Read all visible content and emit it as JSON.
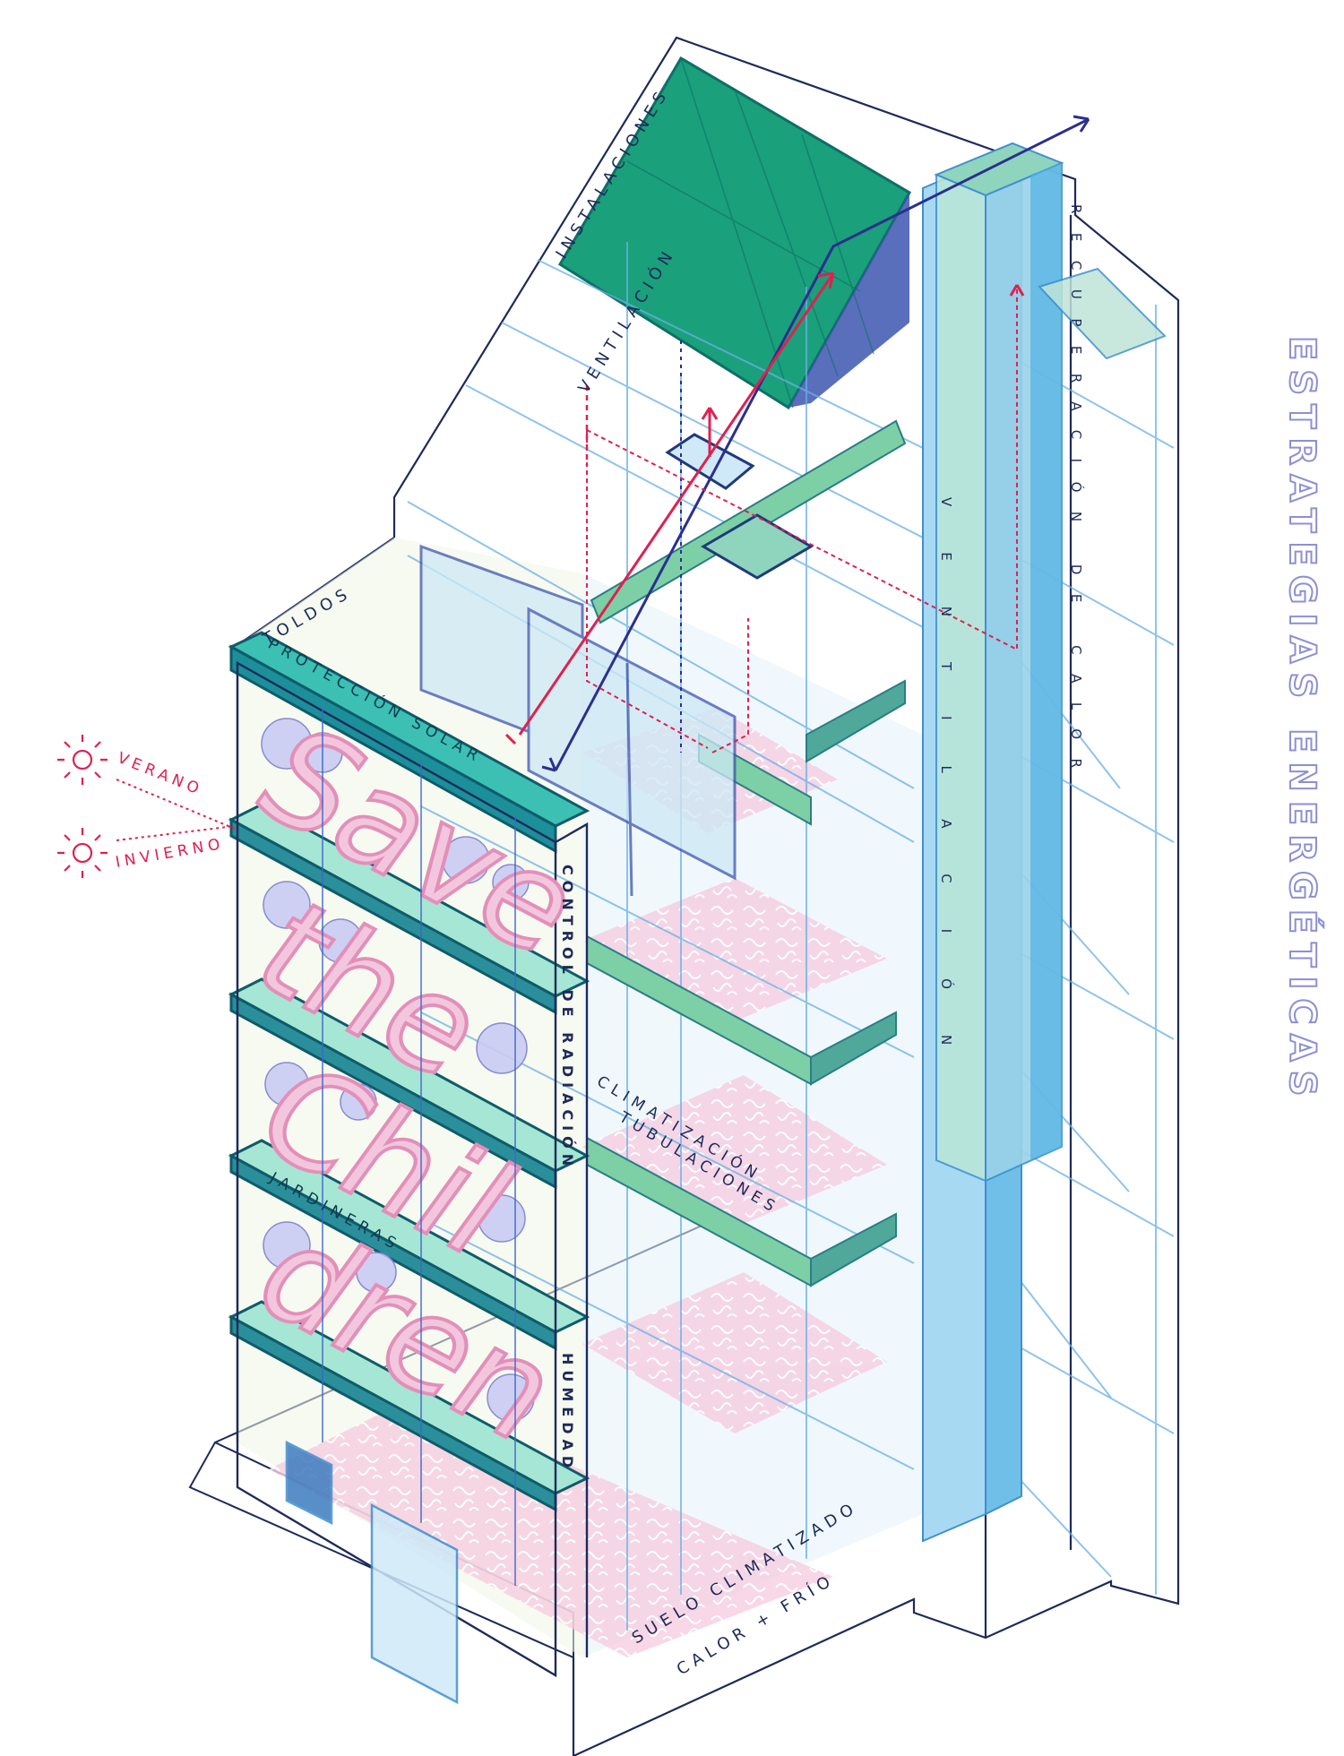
{
  "title": "ESTRATEGIAS ENERGÉTICAS",
  "labels": {
    "instalaciones": "INSTALACIONES",
    "ventilacion_roof": "VENTILACIÓN",
    "toldos": "TOLDOS",
    "proteccion_solar": "PROTECCIÓN SOLAR",
    "control_radiacion": "CONTROL DE RADIACIÓN",
    "humedad": "HUMEDAD",
    "jardineras": "JARDINERAS",
    "climatizacion": "CLIMATIZACIÓN",
    "tubulaciones": "TUBULACIONES",
    "ventilacion_vertical": "VENTILACIÓN",
    "recuperacion_calor": "RECUPERACIÓN DE CALOR",
    "suelo_climatizado": "SUELO CLIMATIZADO",
    "calor_frio": "CALOR + FRÍO",
    "verano": "VERANO",
    "invierno": "INVIERNO"
  },
  "facade_text": [
    "Save",
    "the",
    "Chil",
    "dren"
  ],
  "colors": {
    "navy": "#2b2f8f",
    "crimson": "#e0204f",
    "green": "#1aa07a",
    "teal": "#2fb3ad",
    "sky": "#7ec8ef",
    "pink": "#f3b8d4",
    "title_lavender": "#8d8fd4",
    "line_blue": "#6ab0e6"
  }
}
